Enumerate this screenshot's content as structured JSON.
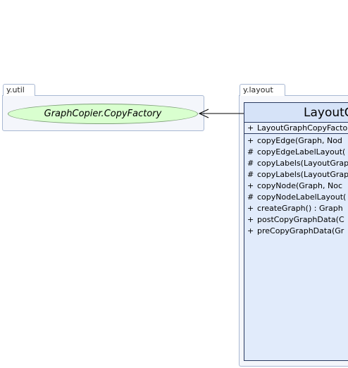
{
  "packages": {
    "util": {
      "label": "y.util"
    },
    "layout": {
      "label": "y.layout"
    }
  },
  "interface": {
    "name": "GraphCopier.CopyFactory"
  },
  "layout_class": {
    "name": "LayoutG",
    "constructor": {
      "vis": "+",
      "sig": "LayoutGraphCopyFacto"
    },
    "methods": [
      {
        "vis": "+",
        "sig": "copyEdge(Graph, Nod"
      },
      {
        "vis": "#",
        "sig": "copyEdgeLabelLayout("
      },
      {
        "vis": "#",
        "sig": "copyLabels(LayoutGrap"
      },
      {
        "vis": "#",
        "sig": "copyLabels(LayoutGrap"
      },
      {
        "vis": "+",
        "sig": "copyNode(Graph, Noc"
      },
      {
        "vis": "#",
        "sig": "copyNodeLabelLayout("
      },
      {
        "vis": "+",
        "sig": "createGraph() : Graph"
      },
      {
        "vis": "+",
        "sig": "postCopyGraphData(C"
      },
      {
        "vis": "+",
        "sig": "preCopyGraphData(Gr"
      }
    ]
  },
  "colors": {
    "interface_fill": "#d9ffcf",
    "class_fill": "#e1ebfb",
    "package_border": "#a9b9d3",
    "package_fill": "#f4f6fb"
  }
}
